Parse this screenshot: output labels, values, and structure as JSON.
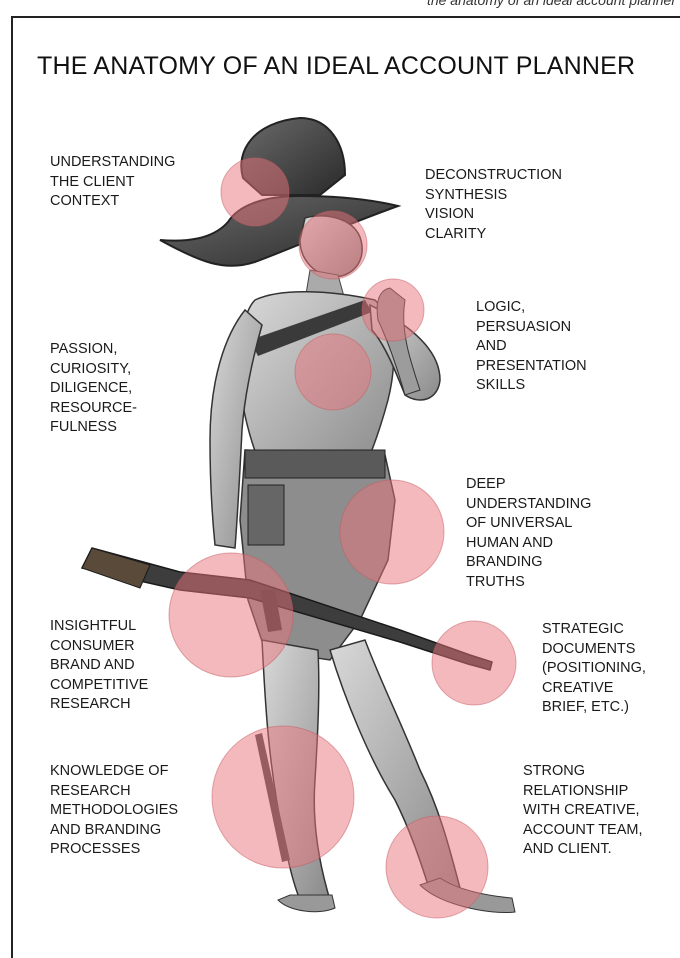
{
  "header_strip_text": "the anatomy of an ideal account planner",
  "title": "THE ANATOMY OF AN IDEAL ACCOUNT PLANNER",
  "accent_color": "#e8737a",
  "labels": {
    "client_context": [
      "UNDERSTANDING",
      "THE CLIENT",
      "CONTEXT"
    ],
    "deconstruction": [
      "DECONSTRUCTION",
      "SYNTHESIS",
      "VISION",
      "CLARITY"
    ],
    "logic": [
      "LOGIC,",
      "PERSUASION",
      "AND",
      "PRESENTATION",
      "SKILLS"
    ],
    "passion": [
      "PASSION,",
      "CURIOSITY,",
      "DILIGENCE,",
      "RESOURCE-",
      "FULNESS"
    ],
    "deep_understanding": [
      "DEEP",
      "UNDERSTANDING",
      "OF UNIVERSAL",
      "HUMAN AND",
      "BRANDING",
      "TRUTHS"
    ],
    "insightful_research": [
      "INSIGHTFUL",
      "CONSUMER",
      "BRAND AND",
      "COMPETITIVE",
      "RESEARCH"
    ],
    "strategic_documents": [
      "STRATEGIC",
      "DOCUMENTS",
      "(POSITIONING,",
      "CREATIVE",
      "BRIEF, ETC.)"
    ],
    "knowledge_methods": [
      "KNOWLEDGE OF",
      "RESEARCH",
      "METHODOLOGIES",
      "AND BRANDING",
      "PROCESSES"
    ],
    "strong_relationship": [
      "STRONG",
      "RELATIONSHIP",
      "WITH CREATIVE,",
      "ACCOUNT TEAM,",
      "AND CLIENT."
    ]
  }
}
